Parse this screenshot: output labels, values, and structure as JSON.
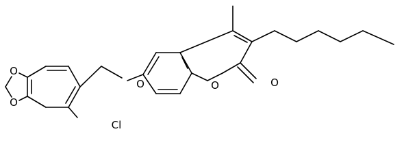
{
  "diagram": {
    "type": "chemical-structure",
    "atom_labels": {
      "ring_oxygen_top": "O",
      "ring_oxygen_bottom": "O",
      "ether_oxygen": "O",
      "lactone_oxygen": "O",
      "carbonyl_oxygen": "O",
      "chlorine": "Cl"
    },
    "colors": {
      "bond": "#000000",
      "label": "#000000",
      "background": "#ffffff"
    }
  }
}
